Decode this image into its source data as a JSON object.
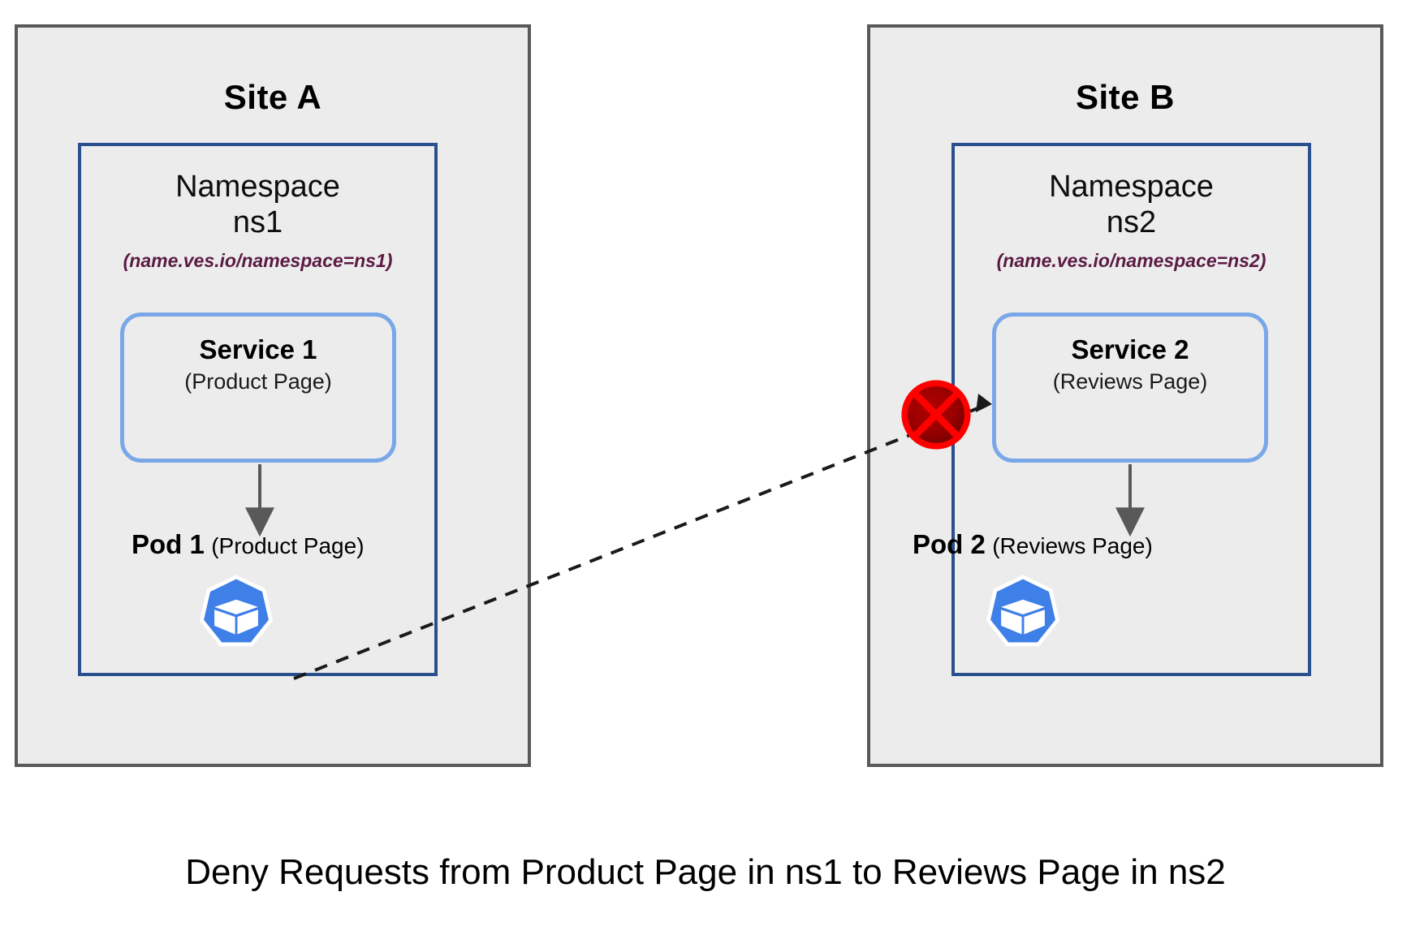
{
  "diagram": {
    "caption": "Deny Requests from Product Page in ns1 to Reviews Page in ns2",
    "colors": {
      "site_border": "#595959",
      "site_fill": "#ececec",
      "namespace_border": "#2a4f8f",
      "service_border": "#7aa7e8",
      "namespace_label_text": "#5b1a43",
      "kubernetes_blue": "#3f7fe8",
      "deny_red": "#ff0000",
      "deny_red_dark": "#8b0000",
      "arrow_gray": "#595959"
    },
    "sites": [
      {
        "id": "site-a",
        "title": "Site A",
        "namespace": {
          "title_line1": "Namespace",
          "title_line2": "ns1",
          "selector_label": "(name.ves.io/namespace=ns1)"
        },
        "service": {
          "name": "Service 1",
          "description": "(Product Page)"
        },
        "pod": {
          "name": "Pod 1",
          "description": "(Product Page)",
          "icon": "kubernetes-icon"
        }
      },
      {
        "id": "site-b",
        "title": "Site B",
        "namespace": {
          "title_line1": "Namespace",
          "title_line2": "ns2",
          "selector_label": "(name.ves.io/namespace=ns2)"
        },
        "service": {
          "name": "Service 2",
          "description": "(Reviews Page)"
        },
        "pod": {
          "name": "Pod 2",
          "description": "(Reviews Page)",
          "icon": "kubernetes-icon"
        }
      }
    ],
    "connectors": [
      {
        "id": "service1-to-pod1",
        "style": "solid-arrow",
        "from": "Service 1",
        "to": "Pod 1"
      },
      {
        "id": "service2-to-pod2",
        "style": "solid-arrow",
        "from": "Service 2",
        "to": "Pod 2"
      },
      {
        "id": "pod1-to-service2-denied",
        "style": "dashed-arrow",
        "from": "Pod 1",
        "to": "Service 2",
        "blocked": true,
        "badge": "deny-badge-icon"
      }
    ]
  }
}
